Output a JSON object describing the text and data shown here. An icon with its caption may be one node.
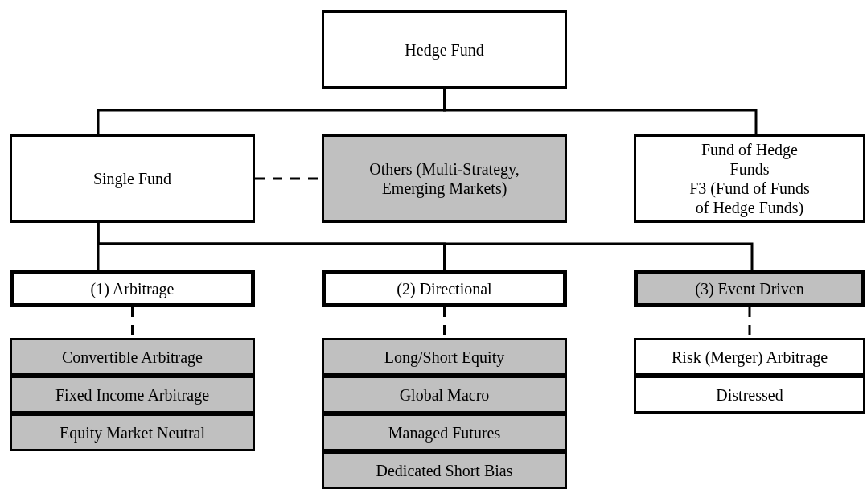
{
  "diagram": {
    "nodes": [
      {
        "text": [
          "Hedge Fund"
        ]
      },
      {
        "text": [
          "Single Fund"
        ]
      },
      {
        "text": [
          "Others (Multi-Strategy, Emerging Markets)"
        ]
      },
      {
        "text": [
          "Fund of Hedge Funds",
          "F3 (Fund of Funds of Hedge Funds)"
        ]
      },
      {
        "text": [
          "(1) Arbitrage"
        ]
      },
      {
        "text": [
          "(2) Directional"
        ]
      },
      {
        "text": [
          "(3) Event Driven"
        ]
      },
      {
        "text": [
          "Convertible Arbitrage"
        ]
      },
      {
        "text": [
          "Fixed Income Arbitrage"
        ]
      },
      {
        "text": [
          "Equity Market Neutral"
        ]
      },
      {
        "text": [
          "Long/Short Equity"
        ]
      },
      {
        "text": [
          "Global Macro"
        ]
      },
      {
        "text": [
          "Managed Futures"
        ]
      },
      {
        "text": [
          "Dedicated Short Bias"
        ]
      },
      {
        "text": [
          "Risk (Merger) Arbitrage"
        ]
      },
      {
        "text": [
          "Distressed"
        ]
      }
    ],
    "edges": [
      {
        "from": 0,
        "to": 1,
        "arrow": "none"
      },
      {
        "from": 0,
        "to": 3,
        "arrow": "none"
      },
      {
        "from": 1,
        "to": 2,
        "arrow": "none",
        "style": "dashed"
      },
      {
        "from": 1,
        "to": 4,
        "arrow": "none"
      },
      {
        "from": 1,
        "to": 5,
        "arrow": "none"
      },
      {
        "from": 1,
        "to": 6,
        "arrow": "none"
      },
      {
        "from": 4,
        "to": 7,
        "arrow": "none",
        "style": "dashed"
      },
      {
        "from": 5,
        "to": 10,
        "arrow": "none",
        "style": "dashed"
      },
      {
        "from": 6,
        "to": 14,
        "arrow": "none",
        "style": "dashed"
      }
    ]
  }
}
